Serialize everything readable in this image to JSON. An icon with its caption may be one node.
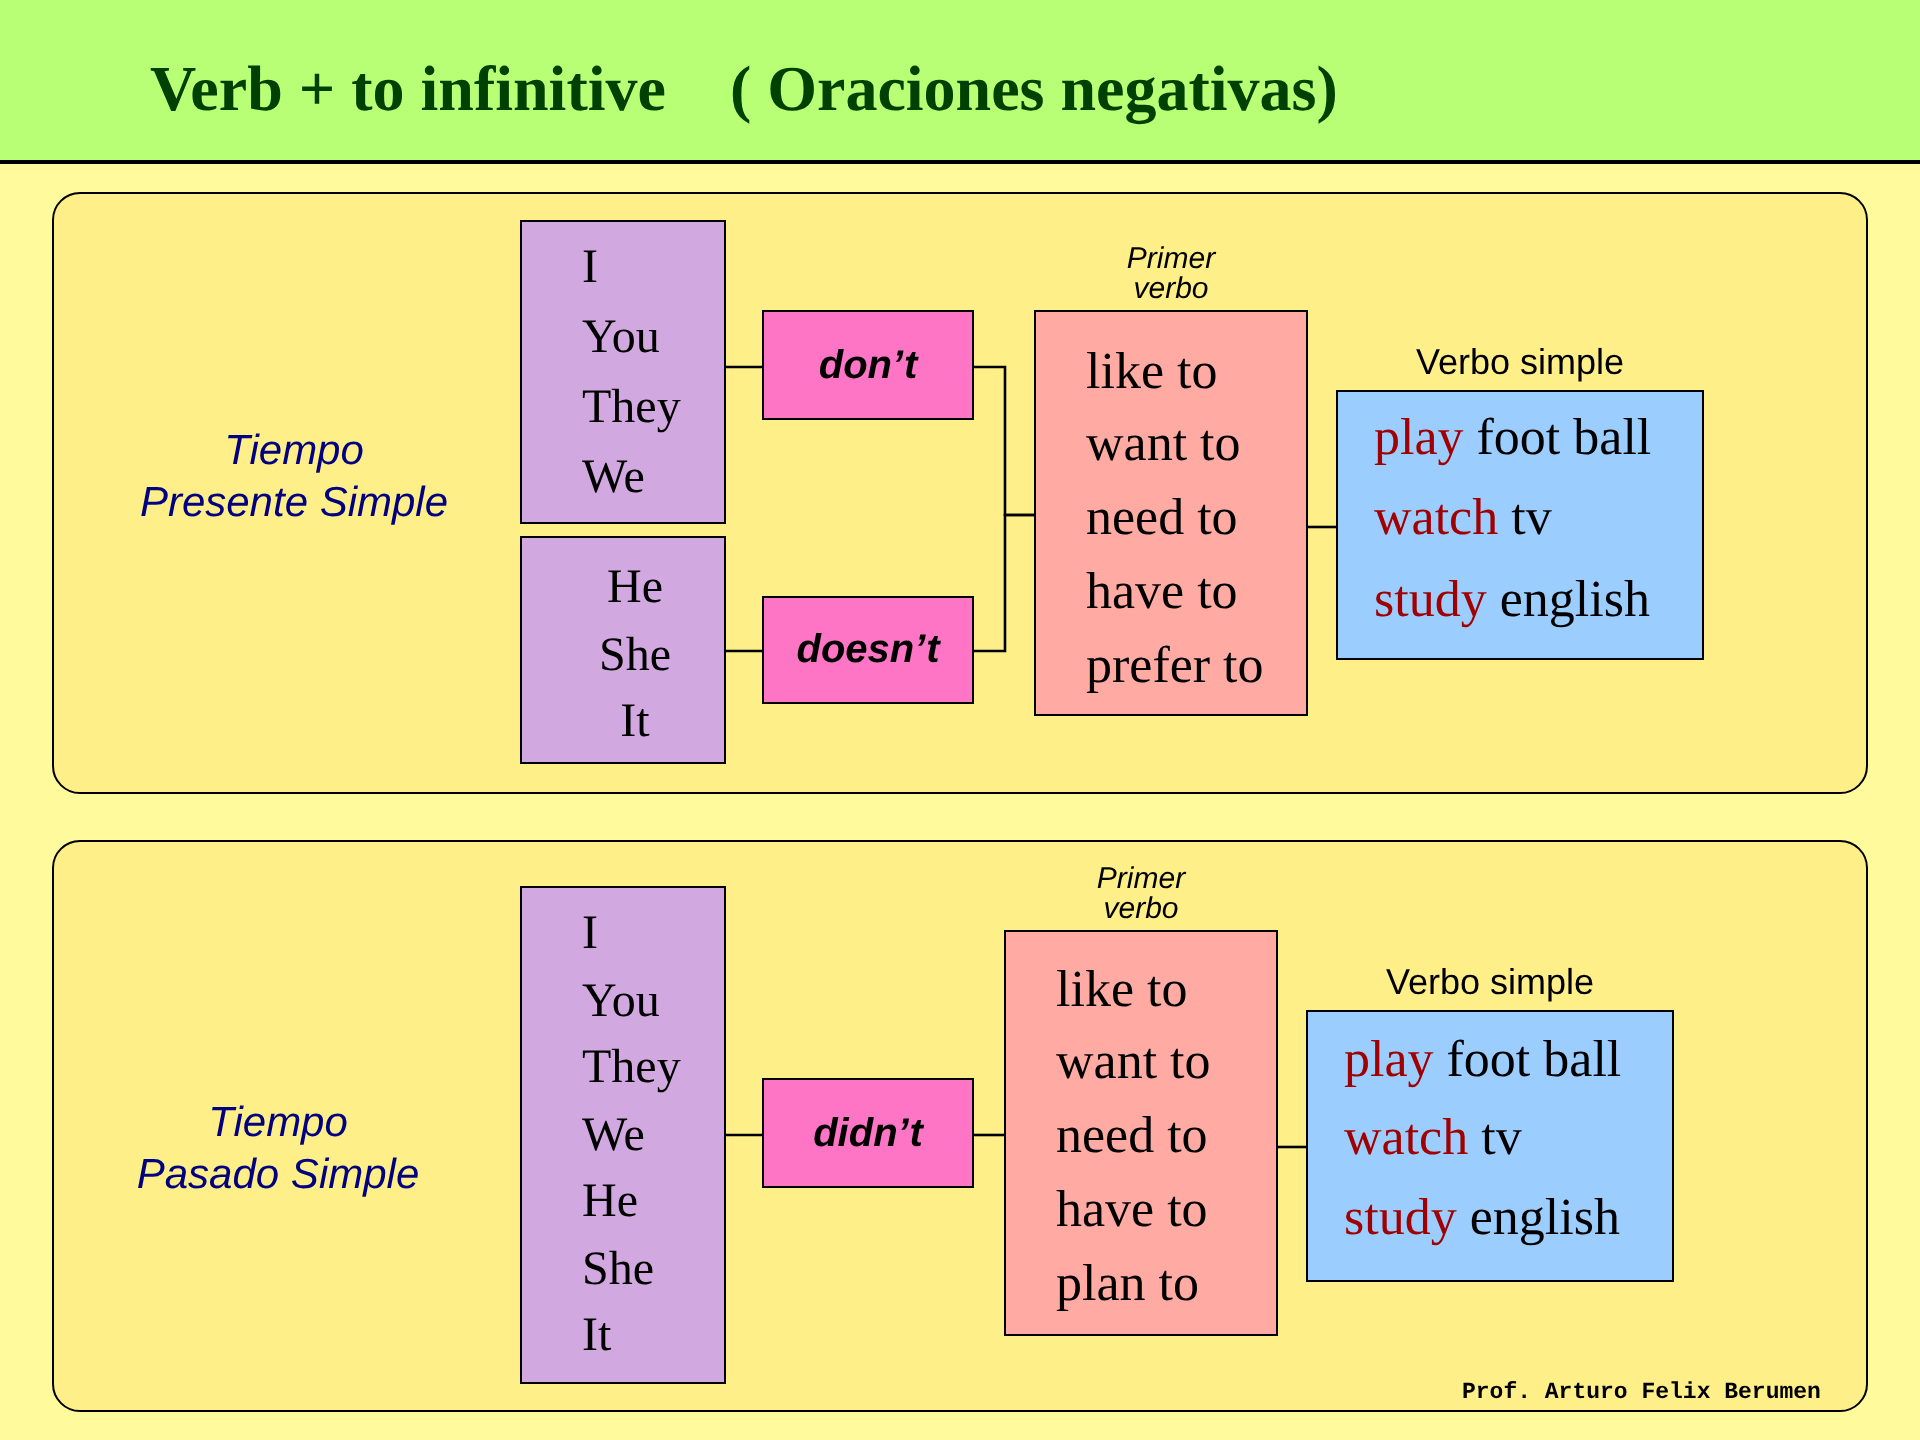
{
  "diagram": {
    "title": "Verb + to infinitive    ( Oraciones negativas)",
    "nodes": [
      {
        "text": [
          "Tiempo Presente Simple"
        ]
      },
      {
        "text": [
          "I",
          "You",
          "They",
          "We"
        ],
        "in": 0
      },
      {
        "text": [
          "He",
          "She",
          "It"
        ],
        "in": 0
      },
      {
        "text": [
          "don’t"
        ],
        "in": 0
      },
      {
        "text": [
          "doesn’t"
        ],
        "in": 0
      },
      {
        "text": [
          "Primer verbo",
          "like to",
          "want to",
          "need to",
          "have to",
          "prefer to"
        ],
        "in": 0
      },
      {
        "text": [
          "Verbo simple",
          "play foot ball",
          "watch tv",
          "study english"
        ],
        "in": 0
      },
      {
        "text": [
          "Tiempo Pasado Simple"
        ]
      },
      {
        "text": [
          "I",
          "You",
          "They",
          "We",
          "He",
          "She",
          "It"
        ],
        "in": 7
      },
      {
        "text": [
          "didn’t"
        ],
        "in": 7
      },
      {
        "text": [
          "Primer verbo",
          "like to",
          "want to",
          "need to",
          "have to",
          "plan to"
        ],
        "in": 7
      },
      {
        "text": [
          "Verbo simple",
          "play foot ball",
          "watch tv",
          "study english"
        ],
        "in": 7
      }
    ],
    "edges": [
      {
        "from": 1,
        "to": 3,
        "arrow": "none"
      },
      {
        "from": 2,
        "to": 4,
        "arrow": "none"
      },
      {
        "from": 3,
        "to": 5,
        "arrow": "none"
      },
      {
        "from": 4,
        "to": 5,
        "arrow": "none"
      },
      {
        "from": 5,
        "to": 6,
        "arrow": "none"
      },
      {
        "from": 8,
        "to": 9,
        "arrow": "none"
      },
      {
        "from": 9,
        "to": 10,
        "arrow": "none"
      },
      {
        "from": 10,
        "to": 11,
        "arrow": "none"
      }
    ],
    "labels": [
      "Prof. Arturo Felix Berumen"
    ]
  }
}
